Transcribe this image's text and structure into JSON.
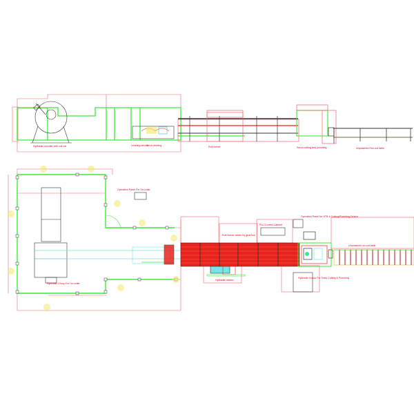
{
  "drawing": {
    "colors": {
      "dimension": "#f0646e",
      "guard_fence": "#3ce83c",
      "machine": "#333333",
      "roll_former": "#e8231c",
      "conveyor": "#6ee8e8",
      "marker": "#f2e96a"
    },
    "elevation_labels": {
      "uncoiler": "Hydraulic uncoiler with coil car",
      "leveler": "Leveling device",
      "feeder": "Servo feeding",
      "roll_former": "Roll former",
      "cutting": "Servo cutting and punching",
      "runout": "Unpowered Run-out table"
    },
    "plan_labels": {
      "uncoiler_panel": "Operation Panel For Un-coiler",
      "uncoiler_hydraulic": "Hydraulic Group For Un-coiler",
      "plc_cabinet": "PLC Control Cabinet",
      "vfr_panel": "Operation Panel for VFR & Cutting/Punching Device",
      "cutting_hydraulic": "Hydraulic Group For Track Cutting & Punching",
      "roll_former_note": "Roll former driven by gear box",
      "runout_note": "Unpowered run-out table",
      "hydraulic_station": "Hydraulic station"
    }
  }
}
